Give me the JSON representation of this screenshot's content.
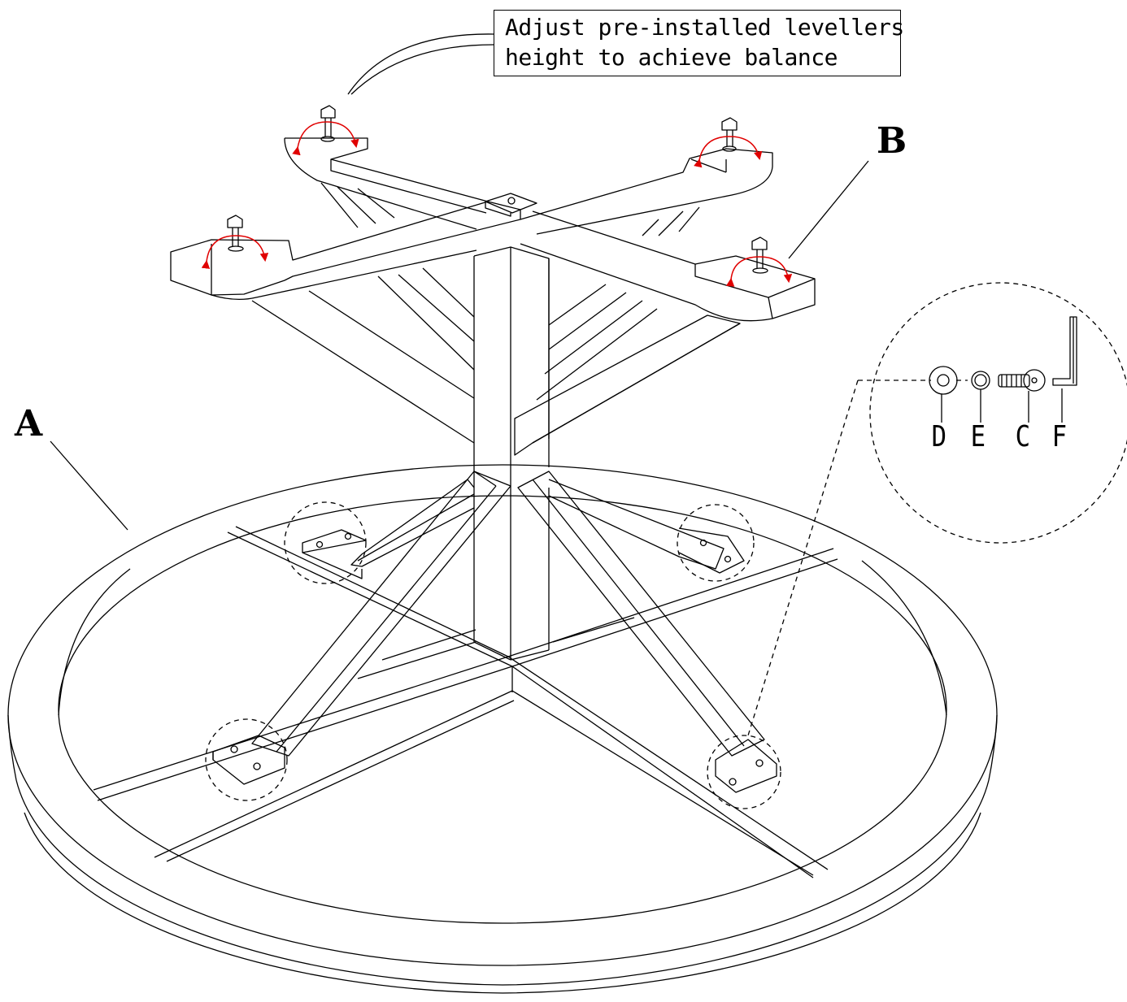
{
  "note": {
    "line1": "Adjust pre-installed levellers",
    "line2": "height to achieve balance"
  },
  "labels": {
    "tabletop": "A",
    "base": "B"
  },
  "hardware": {
    "washer": "D",
    "spring_washer": "E",
    "bolt": "C",
    "allen_key": "F"
  },
  "colors": {
    "line": "#000000",
    "arrow": "#e00000"
  }
}
